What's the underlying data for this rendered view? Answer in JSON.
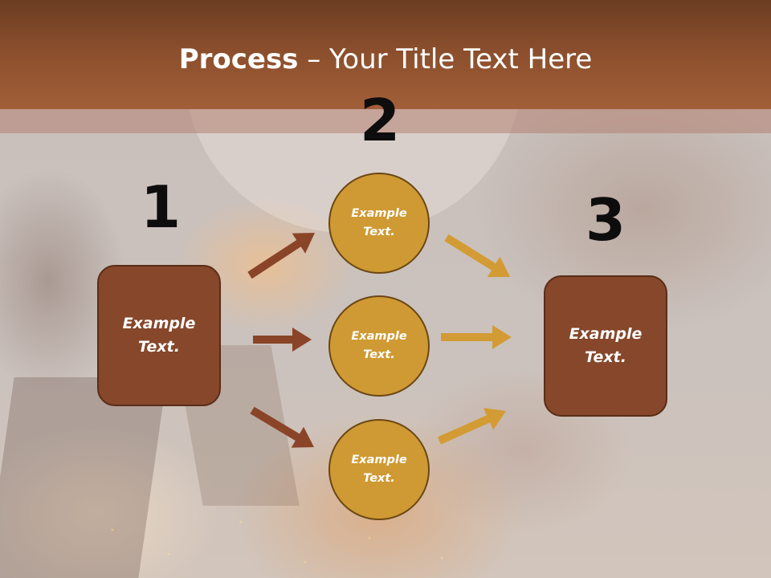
{
  "slide": {
    "title_bold": "Process",
    "title_rest": " – Your Title Text Here",
    "numbers": [
      "1",
      "2",
      "3"
    ],
    "box_left_text": "Example Text.",
    "box_right_text": "Example Text.",
    "circles": [
      {
        "text": "Example Text."
      },
      {
        "text": "Example Text."
      },
      {
        "text": "Example Text."
      }
    ]
  },
  "colors": {
    "header": "#8a4e2c",
    "box": "#86472b",
    "circle": "#cf9a33",
    "arrow_brown": "#8a4428",
    "arrow_gold": "#d39b34"
  }
}
